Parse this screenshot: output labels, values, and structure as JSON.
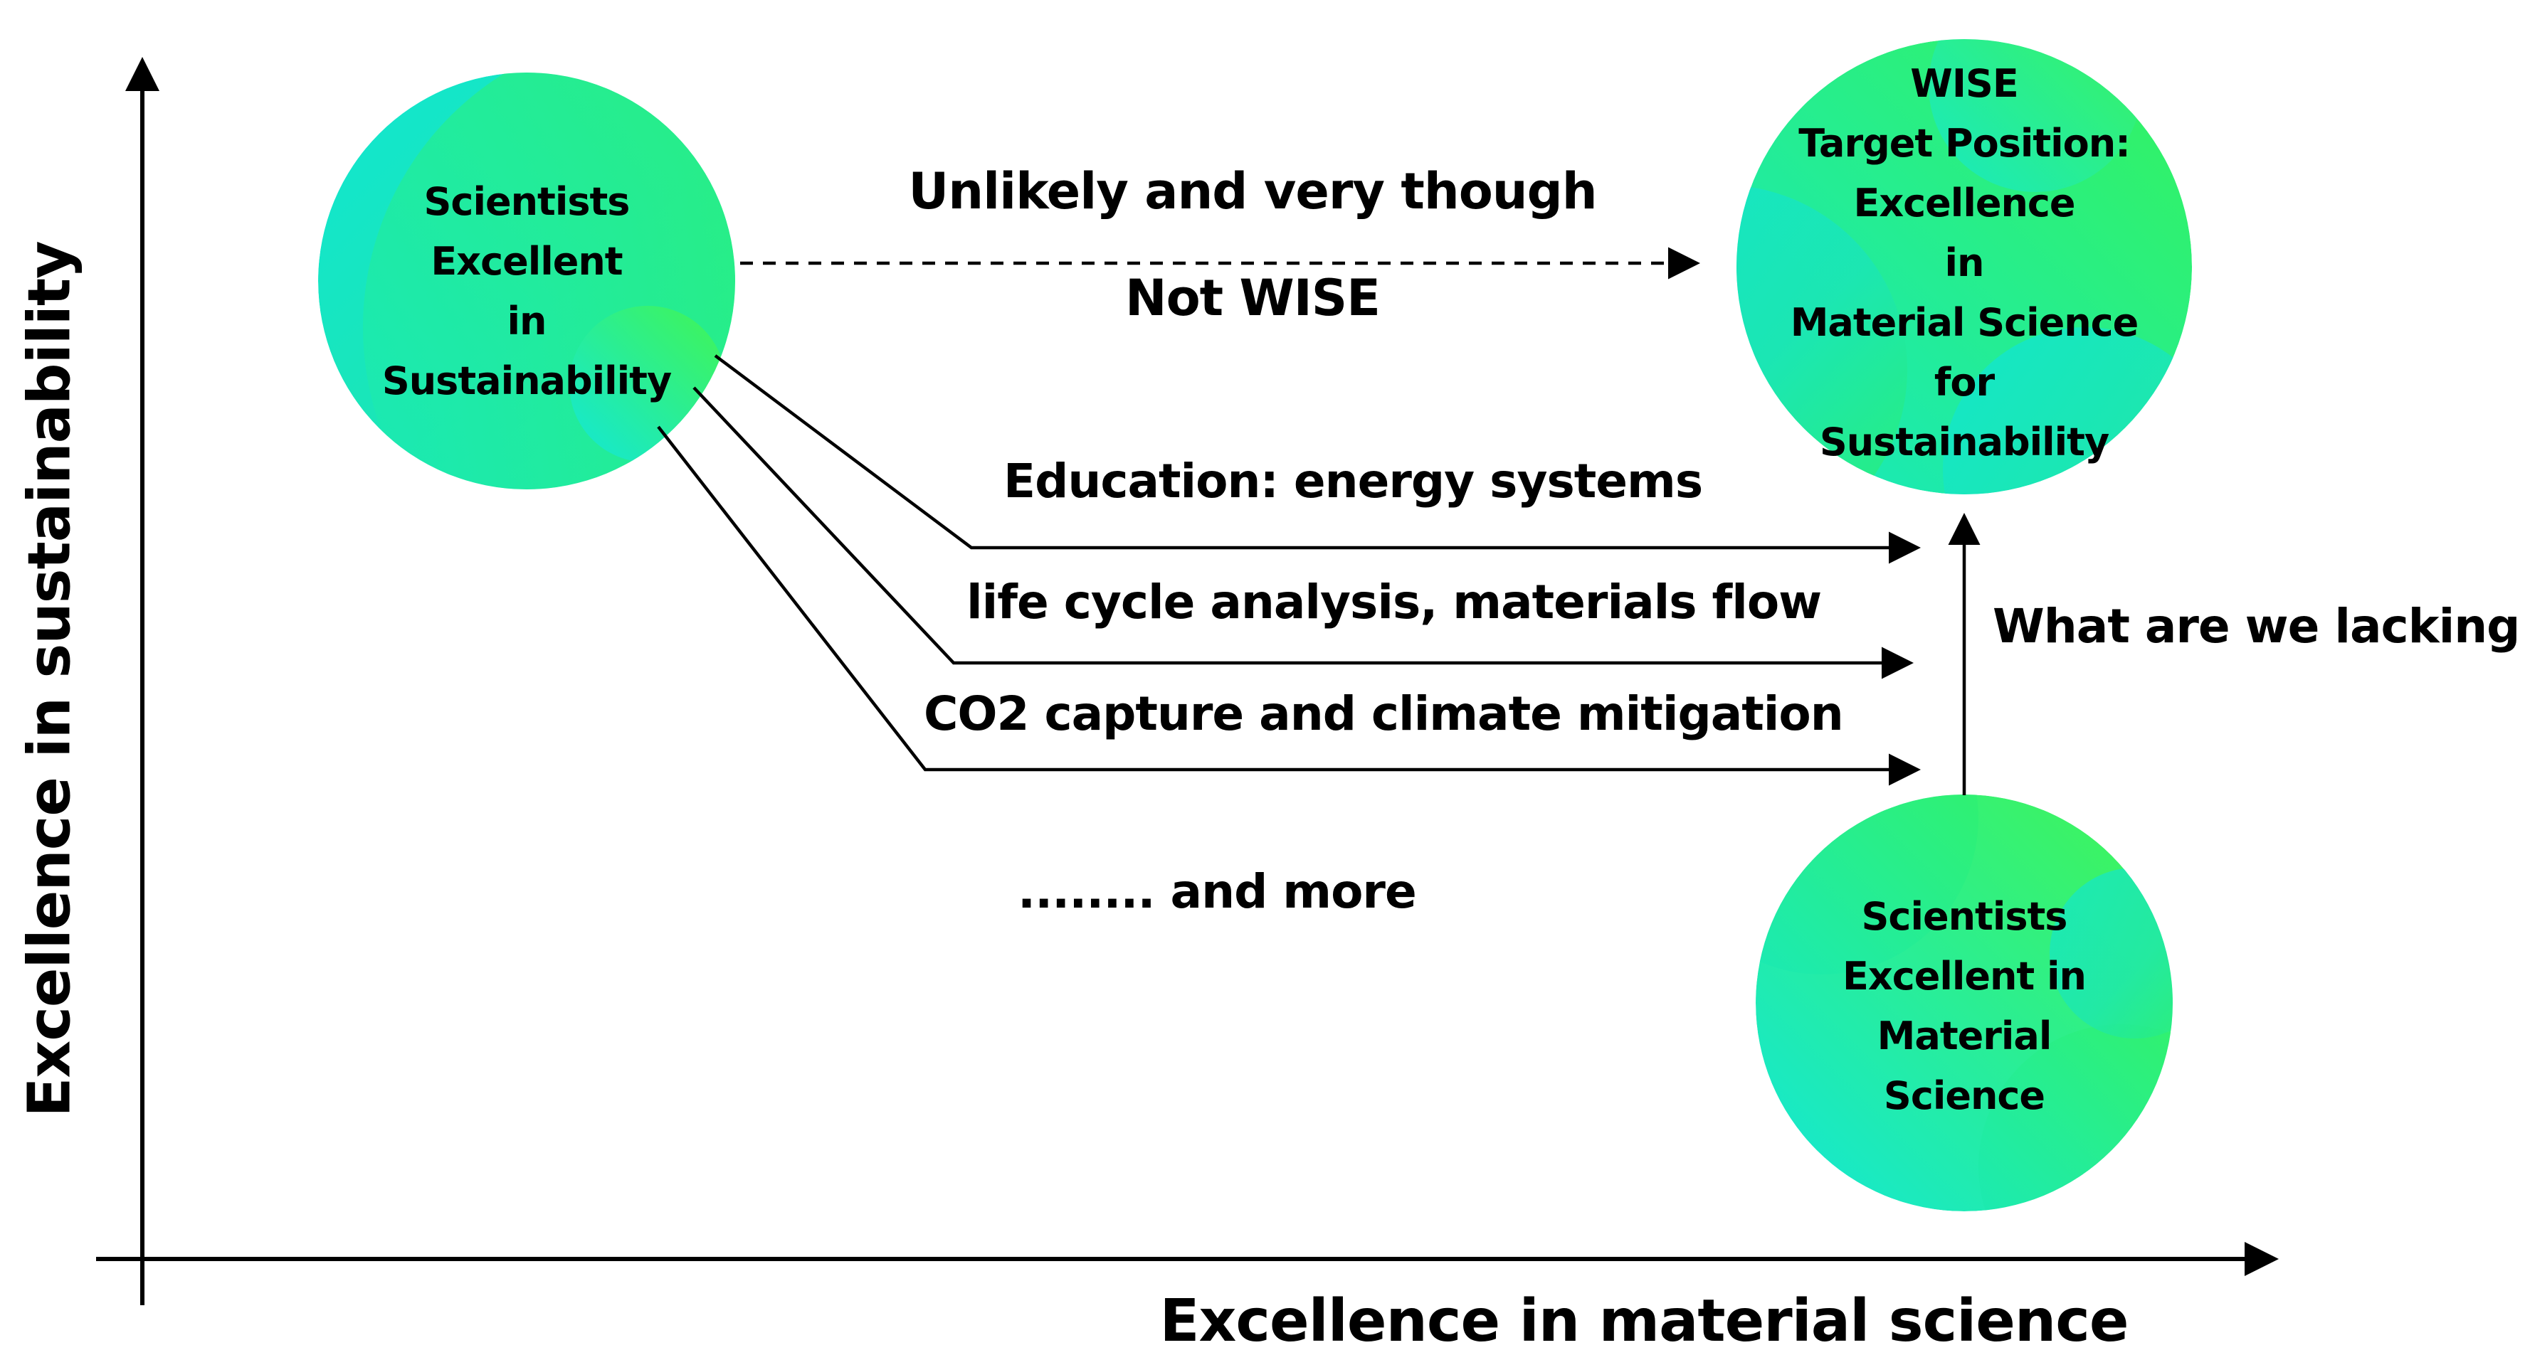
{
  "axes": {
    "x_label": "Excellence in material science",
    "y_label": "Excellence in sustainability"
  },
  "nodes": {
    "sustainability": {
      "lines": [
        "Scientists",
        "Excellent",
        "in",
        "Sustainability"
      ]
    },
    "target": {
      "lines": [
        "WISE",
        "Target Position:",
        "Excellence",
        "in",
        "Material Science",
        "for",
        "Sustainability"
      ]
    },
    "material": {
      "lines": [
        "Scientists",
        "Excellent in",
        "Material",
        "Science"
      ]
    }
  },
  "edges": {
    "dashed_top": "Unlikely and very though",
    "dashed_bottom": "Not WISE",
    "path1": "Education: energy systems",
    "path2": "life cycle analysis, materials flow",
    "path3": "CO2 capture and climate mitigation",
    "more": "........ and more",
    "lacking": "What are we lacking"
  },
  "colors": {
    "circle_cyan": "#10e3cf",
    "circle_green": "#2ff26a",
    "line": "#000000"
  }
}
